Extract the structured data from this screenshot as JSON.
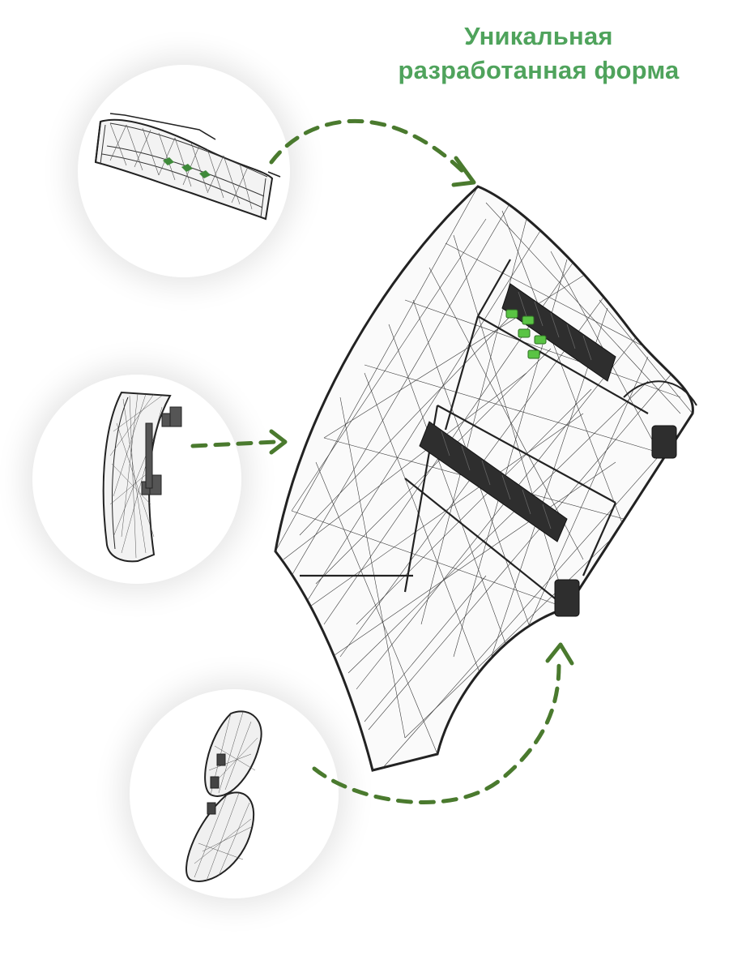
{
  "headline": {
    "line1": "Уникальная",
    "line2": "разработанная форма"
  },
  "colors": {
    "accent_green": "#4fa35c",
    "arrow_green": "#4a7a2e",
    "wire": "#2a2a2a"
  },
  "illustrations": {
    "main": "wireframe-lumbar-pillow",
    "view_top": "pillow-top-view",
    "view_side": "pillow-side-view",
    "view_folded": "pillow-folded-view"
  }
}
